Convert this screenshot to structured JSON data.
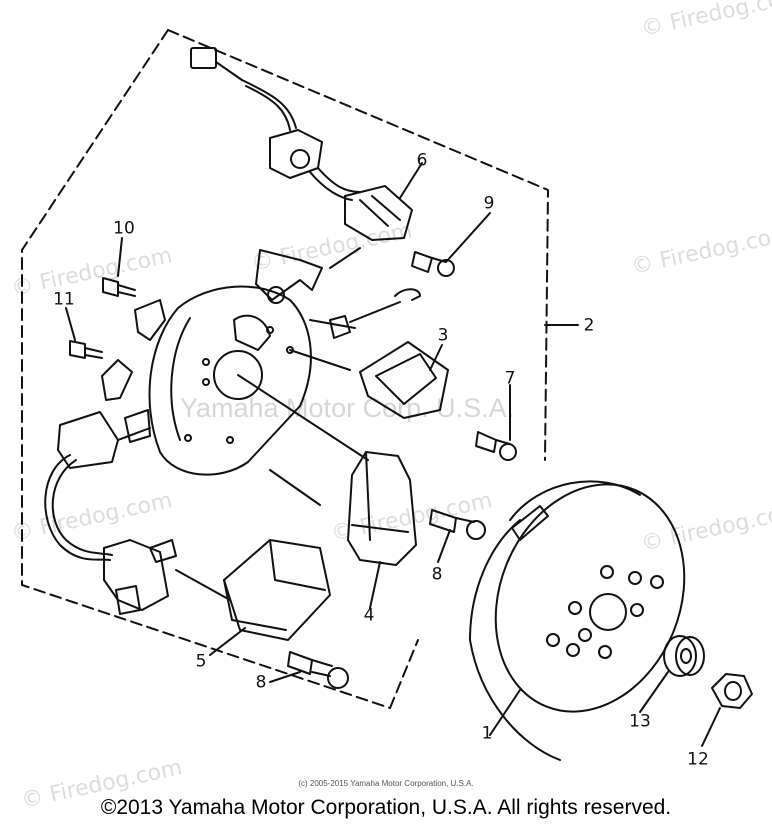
{
  "watermark": {
    "brand": "© Firedog.com",
    "center": "Yamaha Motor Corp. U.S.A."
  },
  "callouts": [
    {
      "label": "1"
    },
    {
      "label": "2"
    },
    {
      "label": "3"
    },
    {
      "label": "4"
    },
    {
      "label": "5"
    },
    {
      "label": "6"
    },
    {
      "label": "7"
    },
    {
      "label": "8"
    },
    {
      "label": "8"
    },
    {
      "label": "9"
    },
    {
      "label": "10"
    },
    {
      "label": "11"
    },
    {
      "label": "12"
    },
    {
      "label": "13"
    }
  ],
  "footer": {
    "small_copyright": "(c) 2005-2015 Yamaha Motor Corporation, U.S.A.",
    "copyright": "©2013 Yamaha Motor Corporation, U.S.A. All rights reserved."
  }
}
